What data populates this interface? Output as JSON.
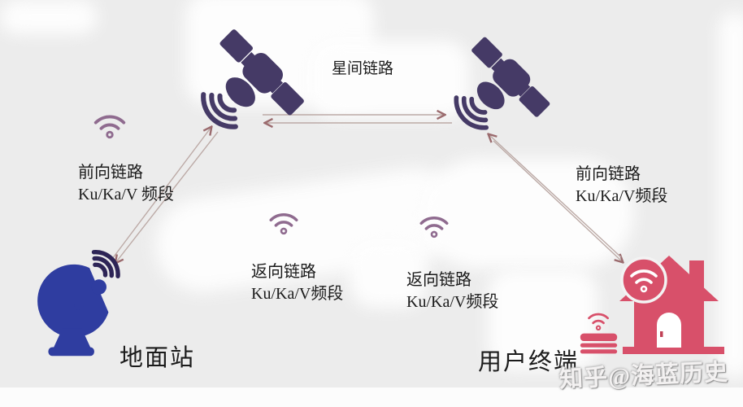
{
  "labels": {
    "inter_satellite": "星间链路",
    "ground_station": "地面站",
    "user_terminal": "用户终端"
  },
  "links": {
    "forward_left": {
      "line1": "前向链路",
      "line2": "Ku/Ka/V 频段"
    },
    "forward_right": {
      "line1": "前向链路",
      "line2": "Ku/Ka/V频段"
    },
    "return_left": {
      "line1": "返向链路",
      "line2": "Ku/Ka/V频段"
    },
    "return_right": {
      "line1": "返向链路",
      "line2": "Ku/Ka/V频段"
    }
  },
  "watermark": "知乎@海蓝历史",
  "icons": {
    "left_satellite": "satellite-icon",
    "right_satellite": "satellite-icon",
    "ground_station": "ground-dish-icon",
    "user_house": "house-wifi-icon",
    "user_router": "router-icon",
    "wifi_left": "wifi-icon",
    "wifi_center_left": "wifi-icon",
    "wifi_center_right": "wifi-icon"
  },
  "colors": {
    "satellite": "#453a66",
    "ground_dish": "#2f3da0",
    "ground_signal_arcs": "#2d2456",
    "wifi_icon": "#8f6b8f",
    "terminal_pink": "#d8506a",
    "arrow_line": "#bcaaa6",
    "arrow_head": "#9b6b6e",
    "background": "#ececec",
    "text": "#1b1b1b"
  }
}
